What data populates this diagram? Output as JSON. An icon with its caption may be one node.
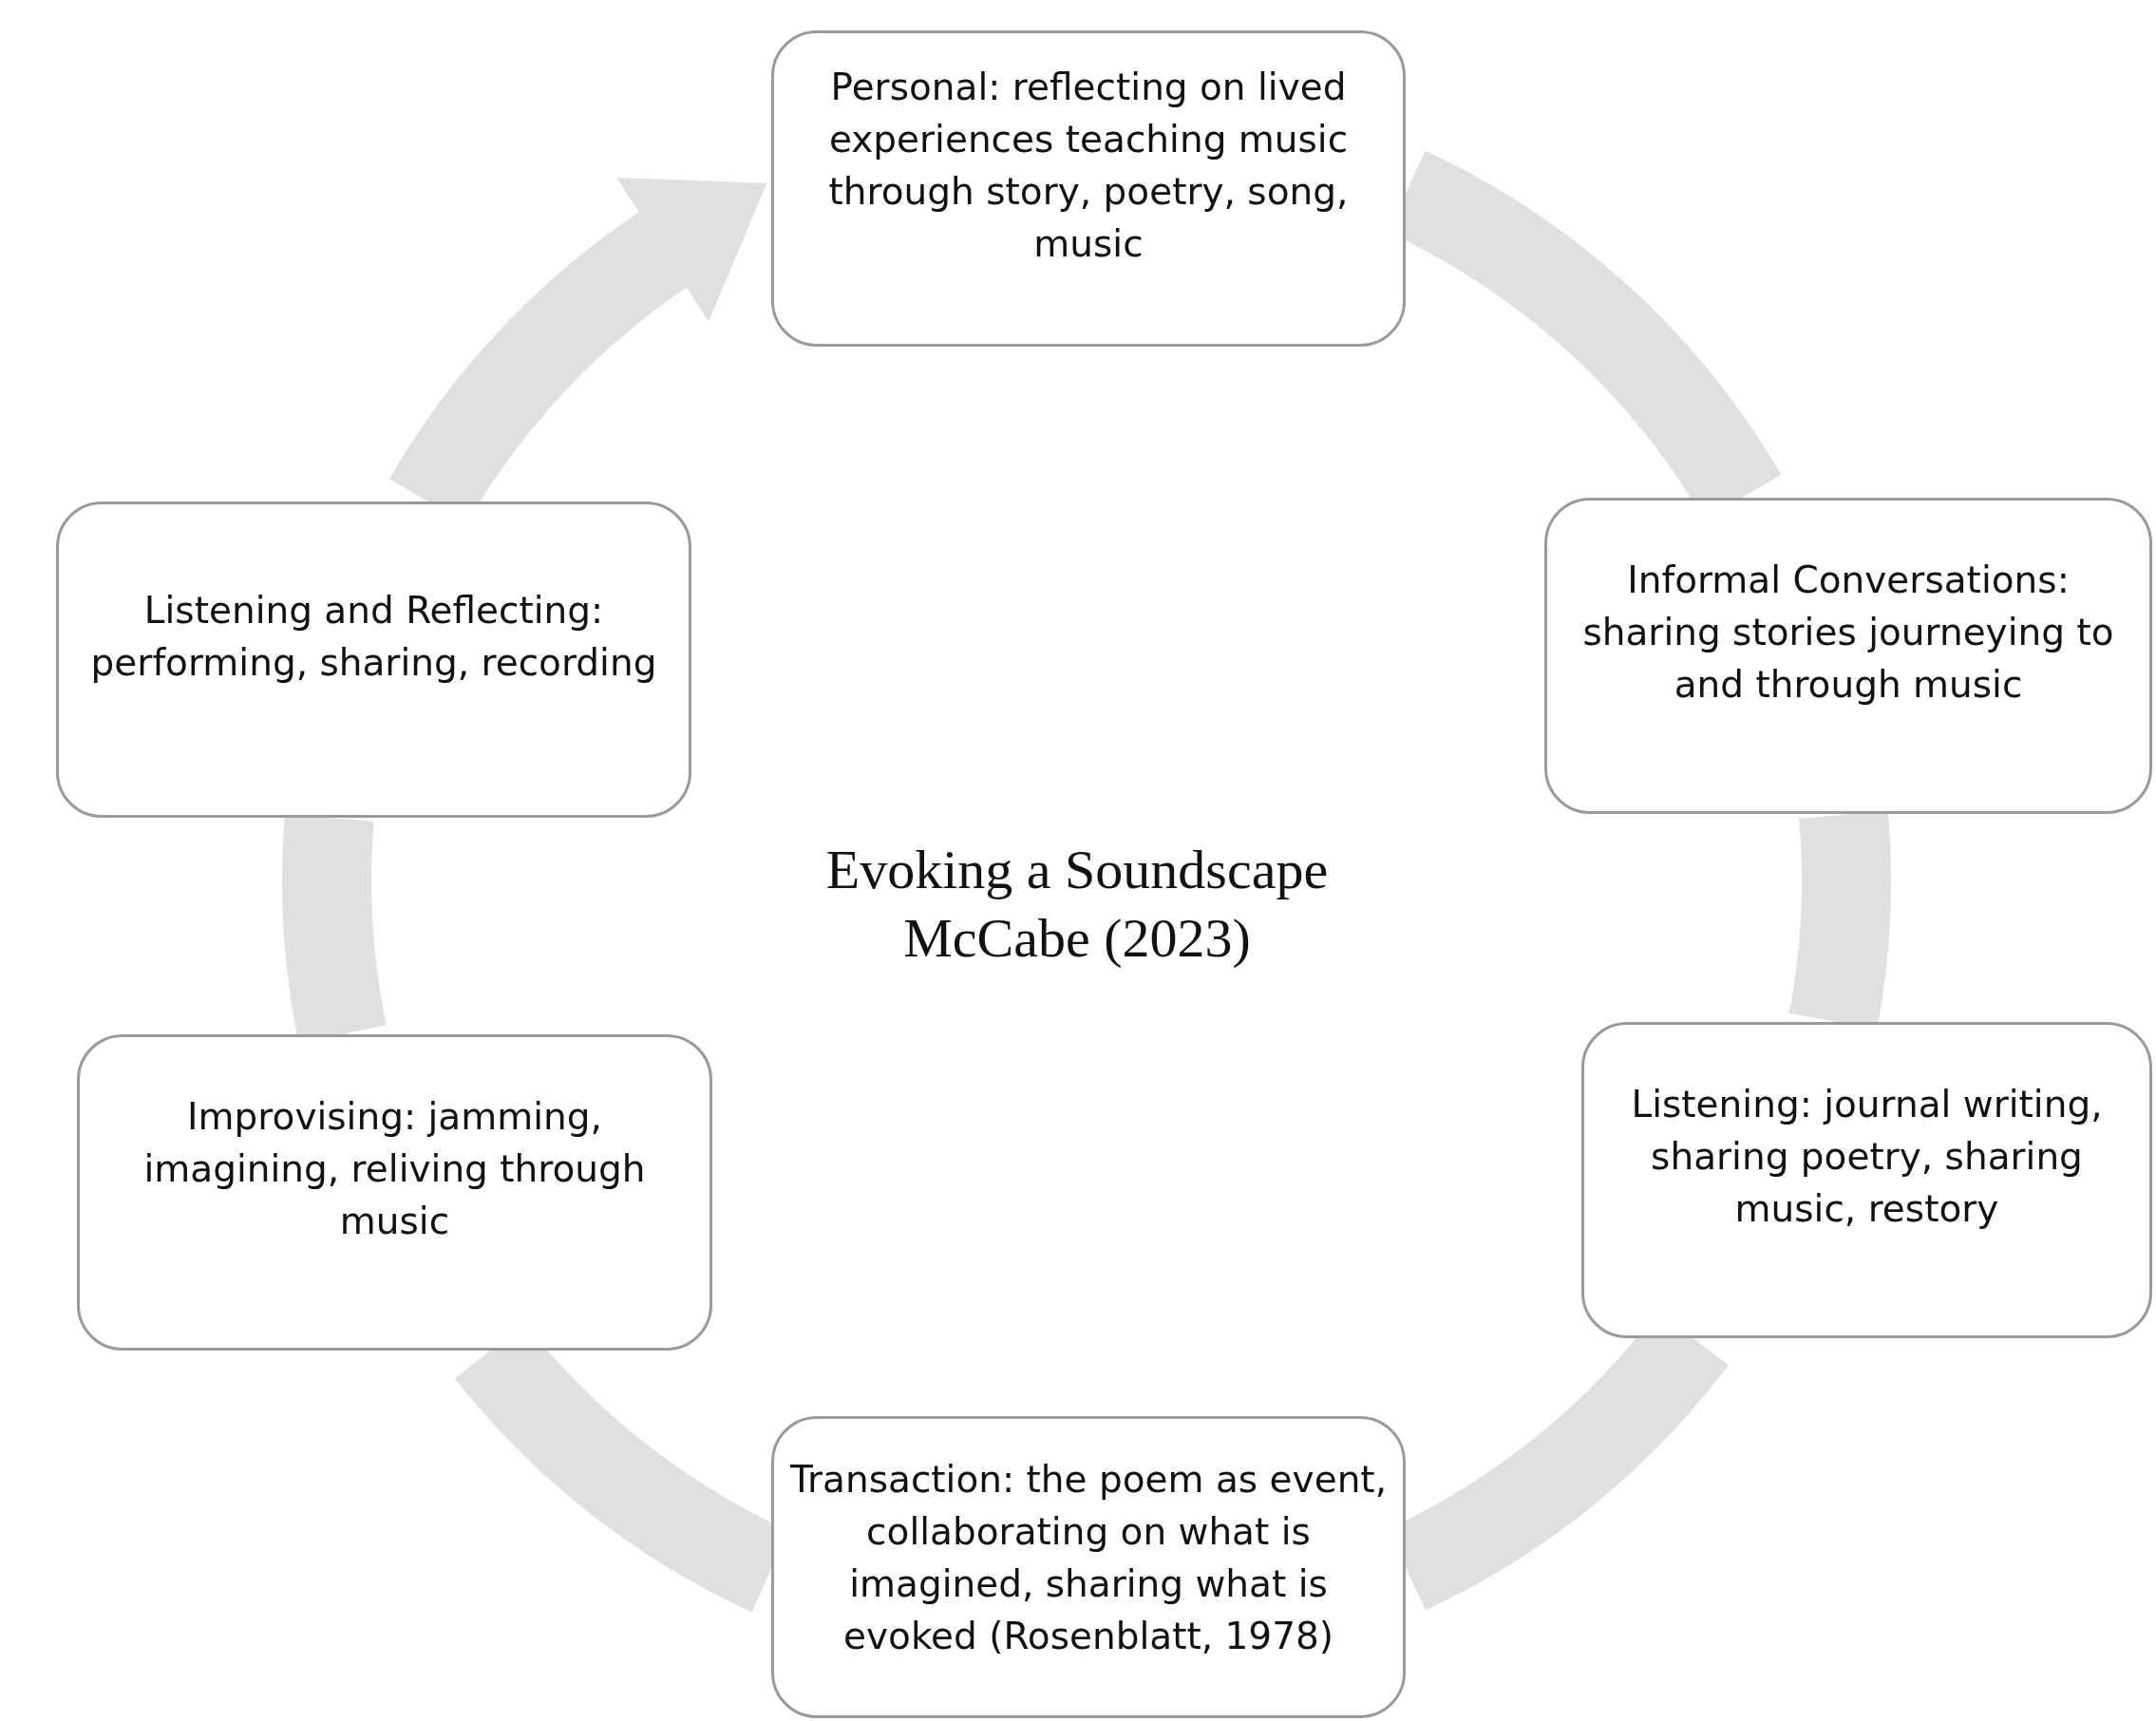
{
  "diagram": {
    "title": "Evoking a Soundscape",
    "nodes": [
      {
        "text": [
          "Personal: reflecting on lived experiences teaching music through story, poetry, song, music"
        ]
      },
      {
        "text": [
          "Informal Conversations: sharing stories journeying to and through music"
        ]
      },
      {
        "text": [
          "Listening: journal writing, sharing poetry, sharing music, restory"
        ]
      },
      {
        "text": [
          "Transaction: the poem as event, collaborating on what is imagined, sharing what is evoked (Rosenblatt, 1978)"
        ]
      },
      {
        "text": [
          "Improvising: jamming, imagining, reliving through music"
        ]
      },
      {
        "text": [
          "Listening and Reflecting: performing, sharing, recording"
        ]
      }
    ],
    "edges": [
      {
        "from": 0,
        "to": 1,
        "arrow": "none"
      },
      {
        "from": 1,
        "to": 2,
        "arrow": "none"
      },
      {
        "from": 2,
        "to": 3,
        "arrow": "none"
      },
      {
        "from": 3,
        "to": 4,
        "arrow": "none"
      },
      {
        "from": 4,
        "to": 5,
        "arrow": "none"
      },
      {
        "from": 5,
        "to": 0,
        "arrow": "to"
      }
    ],
    "labels": [
      "McCabe (2023)"
    ]
  }
}
